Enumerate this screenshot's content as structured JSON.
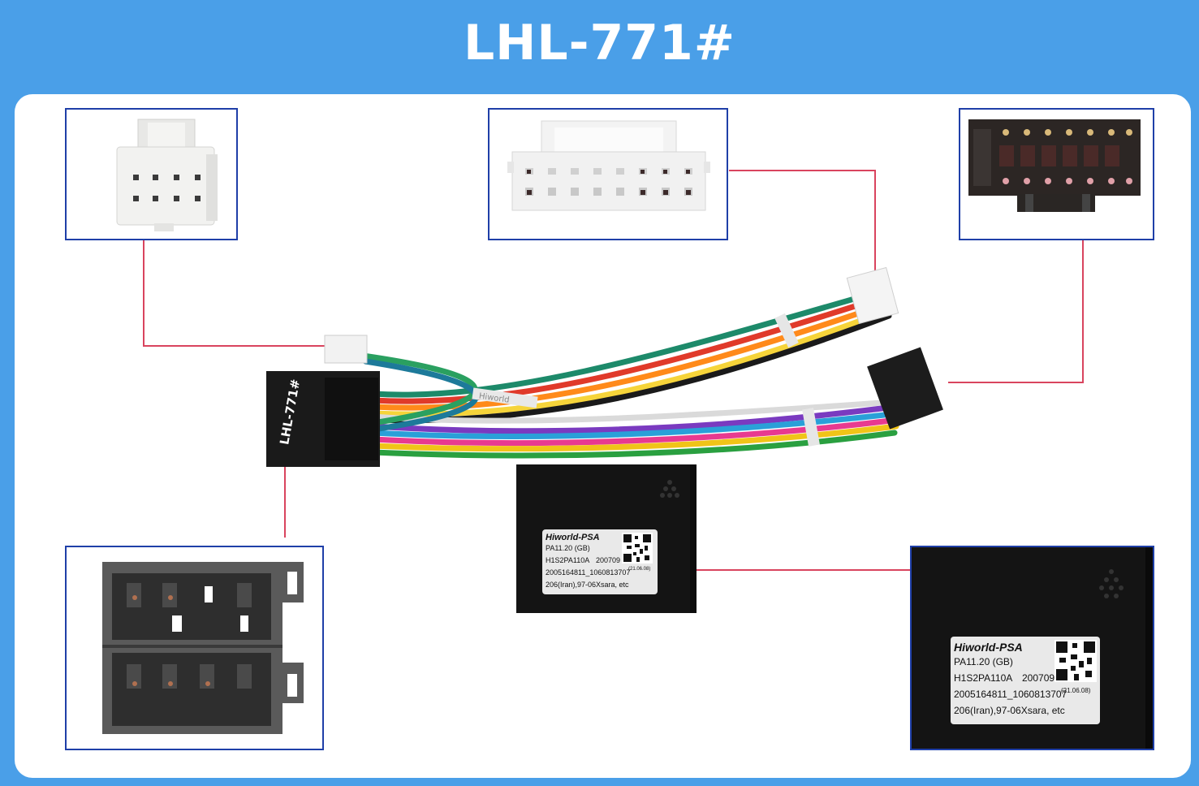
{
  "header": {
    "title": "LHL-771#"
  },
  "harness": {
    "body_label": "LHL-771#",
    "sleeve_text": "Hiworld"
  },
  "decoder_small": {
    "brand": "Hiworld-PSA",
    "line1": "PA11.20  (GB)",
    "line2_left": "H1S2PA110A",
    "line2_right": "200709",
    "line3": "2005164811_1060813707",
    "line3_tag": "(21.06.08)",
    "line4": "206(Iran),97-06Xsara, etc"
  },
  "decoder_large": {
    "brand": "Hiworld-PSA",
    "line1": "PA11.20  (GB)",
    "line2_left": "H1S2PA110A",
    "line2_right": "200709",
    "line3": "2005164811_1060813707",
    "line3_tag": "(21.06.08)",
    "line4": "206(Iran),97-06Xsara, etc"
  },
  "colors": {
    "header_bg": "#4a9fe8",
    "frame_border": "#1f3fa8",
    "leader_line": "#d9445e"
  }
}
